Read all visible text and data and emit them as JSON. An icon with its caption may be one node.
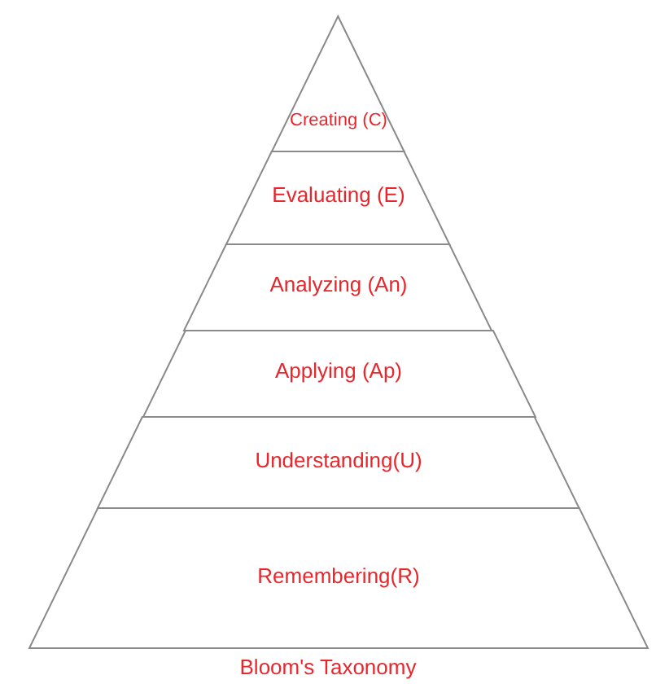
{
  "diagram": {
    "caption": "Bloom's Taxonomy",
    "nodes": [
      {
        "text": [
          "Creating (C)"
        ]
      },
      {
        "text": [
          "Evaluating (E)"
        ]
      },
      {
        "text": [
          "Analyzing (An)"
        ]
      },
      {
        "text": [
          "Applying (Ap)"
        ]
      },
      {
        "text": [
          "Understanding(U)"
        ]
      },
      {
        "text": [
          "Remembering(R)"
        ]
      }
    ]
  }
}
